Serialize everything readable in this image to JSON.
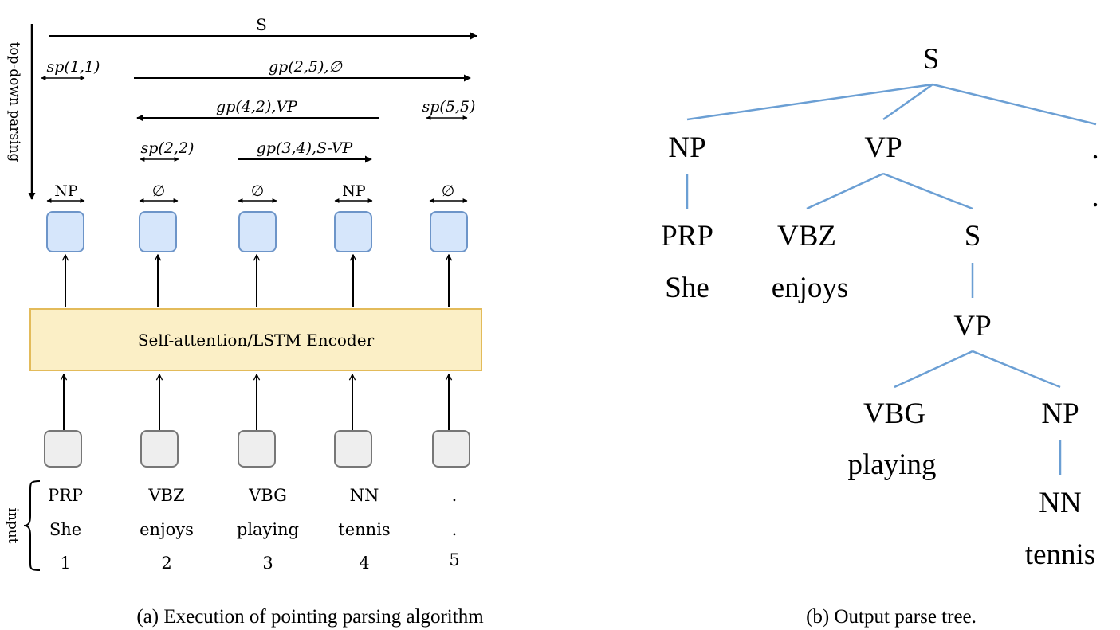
{
  "panel_a": {
    "side_labels": {
      "top_down": "top-down parsing",
      "input": "input"
    },
    "arrows": {
      "s": "S",
      "gp25": "gp(2,5),∅",
      "gp42": "gp(4,2),VP",
      "gp34": "gp(3,4),S-VP",
      "sp11": "sp(1,1)",
      "sp22": "sp(2,2)",
      "sp55": "sp(5,5)"
    },
    "span_labels": [
      "NP",
      "∅",
      "∅",
      "NP",
      "∅"
    ],
    "encoder_label": "Self-attention/LSTM Encoder",
    "tokens": [
      {
        "tag": "PRP",
        "word": "She",
        "index": "1"
      },
      {
        "tag": "VBZ",
        "word": "enjoys",
        "index": "2"
      },
      {
        "tag": "VBG",
        "word": "playing",
        "index": "3"
      },
      {
        "tag": "NN",
        "word": "tennis",
        "index": "4"
      },
      {
        "tag": ".",
        "word": ".",
        "index": "5"
      }
    ],
    "caption": "(a) Execution of pointing parsing algorithm"
  },
  "panel_b": {
    "nodes": {
      "root": "S",
      "np1": "NP",
      "vp1": "VP",
      "punct_tag": ".",
      "punct_word": ".",
      "prp": "PRP",
      "she": "She",
      "vbz": "VBZ",
      "enjoys": "enjoys",
      "s2": "S",
      "vp2": "VP",
      "vbg": "VBG",
      "playing": "playing",
      "np2": "NP",
      "nn": "NN",
      "tennis": "tennis"
    },
    "caption": "(b) Output parse tree."
  },
  "colors": {
    "tree_edge": "#6b9fd4",
    "output_box_fill": "#d6e6fb",
    "output_box_stroke": "#6d95c9",
    "encoder_fill": "#fbefc6",
    "encoder_stroke": "#e3bb5a",
    "input_box_fill": "#eeeeee",
    "input_box_stroke": "#777777"
  }
}
